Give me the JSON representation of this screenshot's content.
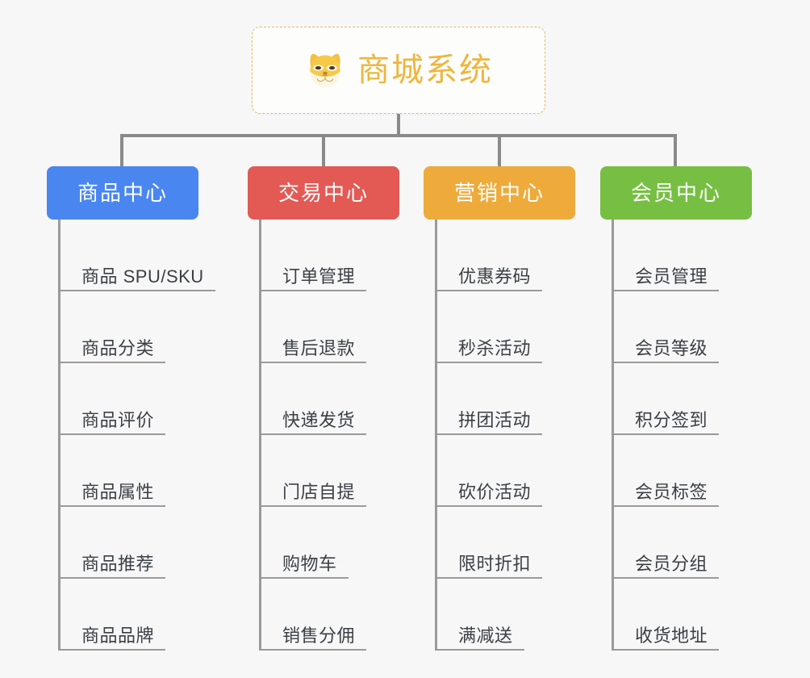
{
  "diagram": {
    "type": "mindmap-tree",
    "background_color": "#f7f7f7",
    "root": {
      "title": "商城系统",
      "icon": "shiba-dog-face-icon",
      "text_color": "#eeb63e",
      "border_color": "#e8b96a",
      "border_style": "dashed",
      "background_color": "#fdfdfc"
    },
    "connector_color": "#8a8a8a",
    "leaf_rule_color": "#9a9a9a",
    "leaf_text_color": "#3b3f45",
    "branches": [
      {
        "label": "商品中心",
        "color": "#4a86f0",
        "color_name": "blue",
        "items": [
          "商品 SPU/SKU",
          "商品分类",
          "商品评价",
          "商品属性",
          "商品推荐",
          "商品品牌"
        ]
      },
      {
        "label": "交易中心",
        "color": "#e35a55",
        "color_name": "red",
        "items": [
          "订单管理",
          "售后退款",
          "快递发货",
          "门店自提",
          "购物车",
          "销售分佣"
        ]
      },
      {
        "label": "营销中心",
        "color": "#eeab3b",
        "color_name": "orange",
        "items": [
          "优惠券码",
          "秒杀活动",
          "拼团活动",
          "砍价活动",
          "限时折扣",
          "满减送"
        ]
      },
      {
        "label": "会员中心",
        "color": "#77bf43",
        "color_name": "green",
        "items": [
          "会员管理",
          "会员等级",
          "积分签到",
          "会员标签",
          "会员分组",
          "收货地址"
        ]
      }
    ]
  }
}
